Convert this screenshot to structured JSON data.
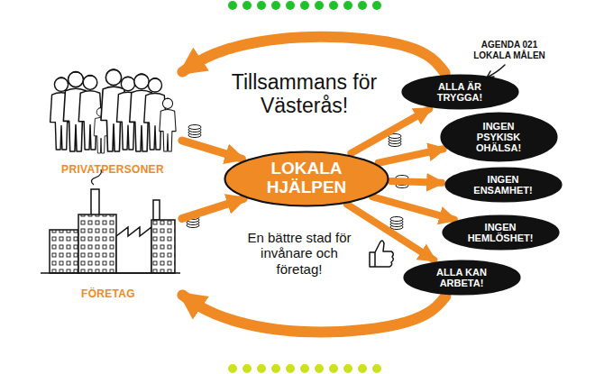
{
  "diagram": {
    "nodes": [
      {
        "text": [
          "PRIVATPERSONER"
        ]
      },
      {
        "text": [
          "FÖRETAG"
        ]
      },
      {
        "text": [
          "LOKALA HJÄLPEN"
        ]
      },
      {
        "text": [
          "ALLA ÄR TRYGGA!"
        ]
      },
      {
        "text": [
          "INGEN PSYKISK OHÄLSA!"
        ]
      },
      {
        "text": [
          "INGEN ENSAMHET!"
        ]
      },
      {
        "text": [
          "INGEN HEMLÖSHET!"
        ]
      },
      {
        "text": [
          "ALLA KAN ARBETA!"
        ]
      }
    ],
    "edges": [
      {
        "from": 0,
        "to": 2,
        "arrow": "to"
      },
      {
        "from": 1,
        "to": 2,
        "arrow": "to"
      },
      {
        "from": 2,
        "to": 3,
        "arrow": "to"
      },
      {
        "from": 2,
        "to": 4,
        "arrow": "to"
      },
      {
        "from": 2,
        "to": 5,
        "arrow": "to"
      },
      {
        "from": 2,
        "to": 6,
        "arrow": "to"
      },
      {
        "from": 2,
        "to": 7,
        "arrow": "to"
      },
      {
        "from": 3,
        "to": 0,
        "arrow": "to"
      },
      {
        "from": 7,
        "to": 1,
        "arrow": "to"
      }
    ],
    "labels": [
      "Tillsammans för Västerås!",
      "AGENDA 021 LOKALA MÅLEN",
      "En bättre stad för invånare och företag!"
    ]
  }
}
